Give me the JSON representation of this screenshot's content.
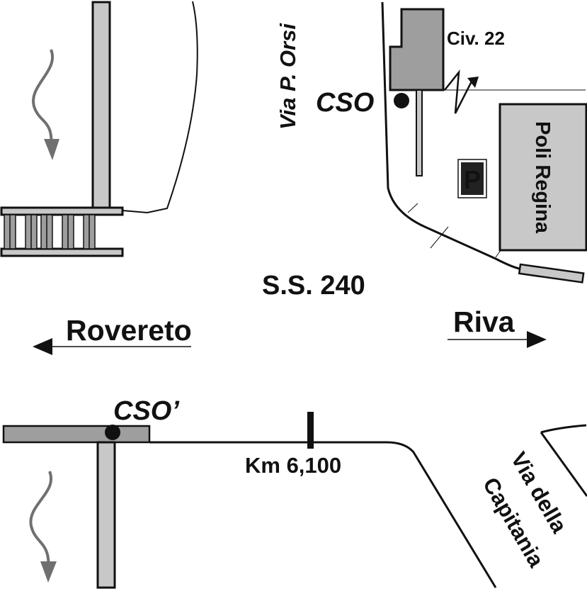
{
  "map": {
    "labels": {
      "via_orsi": "Via P. Orsi",
      "civ": "Civ. 22",
      "cso": "CSO",
      "poli_regina": "Poli Regina",
      "parking": "P",
      "ss240": "S.S. 240",
      "rovereto": "Rovereto",
      "riva": "Riva",
      "cso_prime": "CSO’",
      "km": "Km 6,100",
      "via_della": "Via della",
      "capitania": "Capitania"
    },
    "colors": {
      "line": "#111111",
      "building_fill": "#9e9e9e",
      "light_fill": "#c8c8c8",
      "flow_arrow": "#707070",
      "background": "#ffffff"
    },
    "icons": [
      "flow-arrow-icon",
      "parking-icon",
      "lightning-arrow-icon",
      "direction-arrow-icon"
    ]
  }
}
